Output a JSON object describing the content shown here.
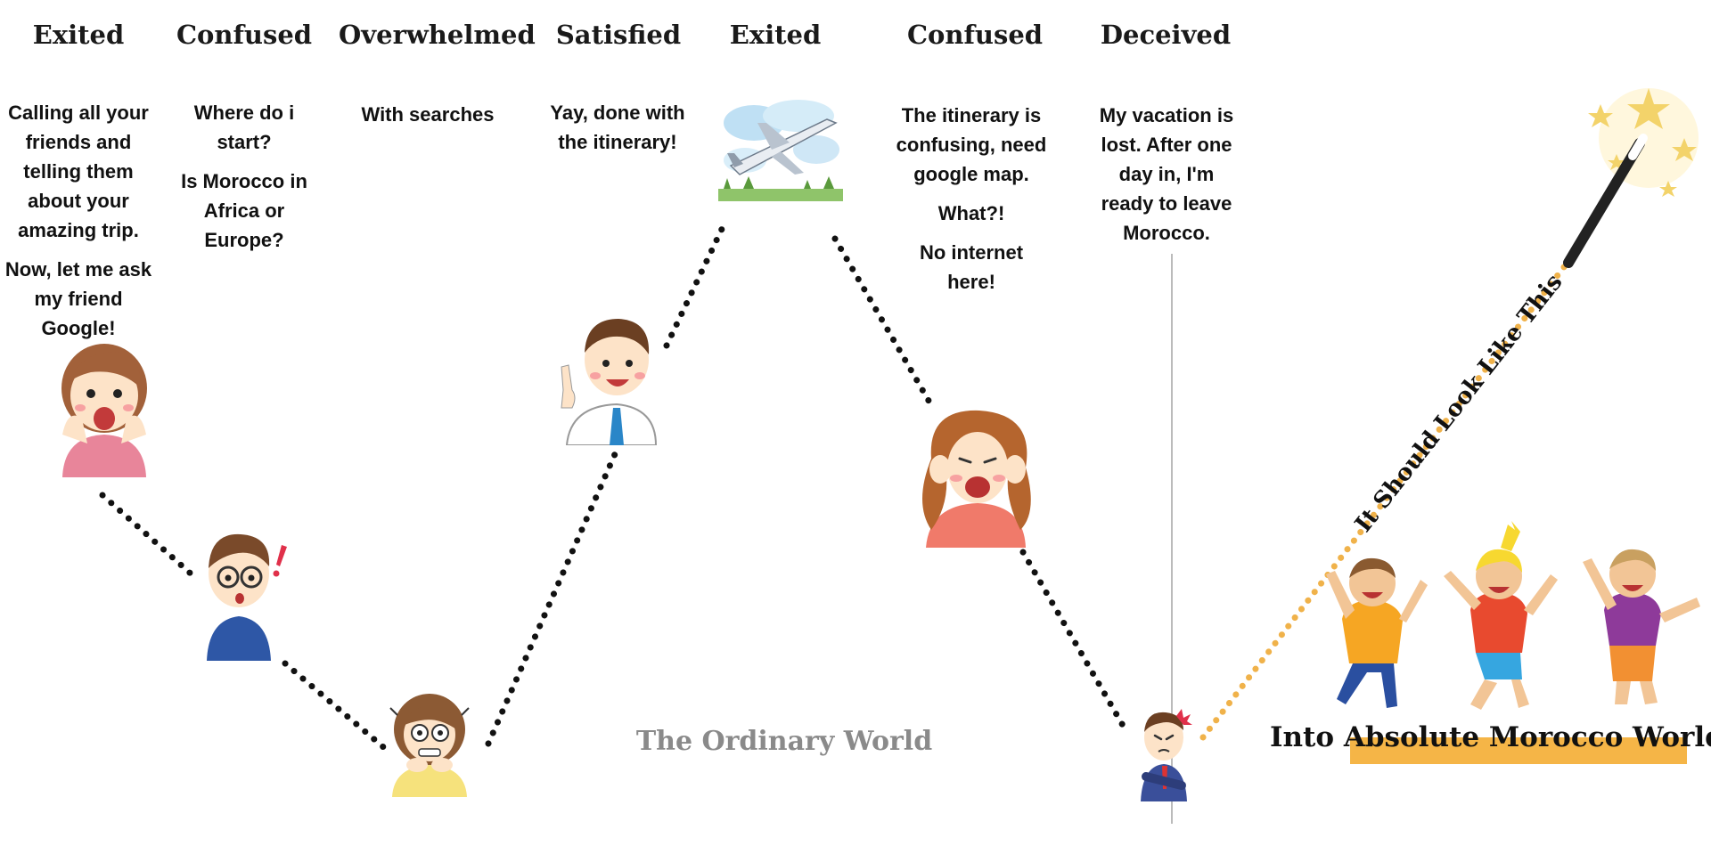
{
  "stages": [
    {
      "heading": "Exited",
      "lines": [
        "Calling all your friends and telling them about your amazing trip.",
        "Now, let me ask my friend Google!"
      ]
    },
    {
      "heading": "Confused",
      "lines": [
        "Where do i start?",
        "Is Morocco in Africa or Europe?"
      ]
    },
    {
      "heading": "Overwhelmed",
      "lines": [
        "With searches"
      ]
    },
    {
      "heading": "Satisfied",
      "lines": [
        "Yay, done with the itinerary!"
      ]
    },
    {
      "heading": "Exited",
      "lines": []
    },
    {
      "heading": "Confused",
      "lines": [
        "The itinerary is confusing, need google map.",
        "What?!",
        "No internet here!"
      ]
    },
    {
      "heading": "Deceived",
      "lines": [
        "My vacation is lost. After one day in, I'm ready to leave Morocco."
      ]
    }
  ],
  "labels": {
    "ordinary_world": "The Ordinary World",
    "morocco_world": "Into Absolute Morocco World",
    "diagonal": "It Should Look Like This"
  },
  "illustrations": [
    "excited-woman-icon",
    "confused-boy-icon",
    "overwhelmed-woman-icon",
    "satisfied-man-icon",
    "airplane-icon",
    "screaming-woman-icon",
    "angry-man-icon",
    "happy-kids-icon",
    "magic-wand-icon"
  ],
  "colors": {
    "dots": "#111111",
    "path_accent": "#f0b24a",
    "caption_gray": "#8a8a8a",
    "highlight": "#f5b547"
  }
}
